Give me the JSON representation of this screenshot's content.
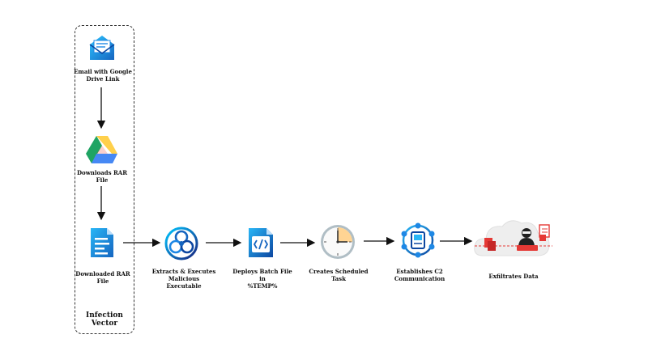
{
  "group": {
    "label": "Infection Vector"
  },
  "nodes": [
    {
      "id": "email",
      "label": "Email with Google\nDrive Link",
      "icon": "email-icon"
    },
    {
      "id": "drive",
      "label": "Downloads RAR\nFile",
      "icon": "google-drive-icon"
    },
    {
      "id": "rar",
      "label": "Downloaded RAR\nFile",
      "icon": "document-icon"
    },
    {
      "id": "exec",
      "label": "Extracts & Executes\nMalicious Executable",
      "icon": "biohazard-icon"
    },
    {
      "id": "batch",
      "label": "Deploys Batch File in\n%TEMP%",
      "icon": "code-file-icon"
    },
    {
      "id": "task",
      "label": "Creates Scheduled\nTask",
      "icon": "clock-icon"
    },
    {
      "id": "c2",
      "label": "Establishes C2\nCommunication",
      "icon": "network-device-icon"
    },
    {
      "id": "exfil",
      "label": "Exfiltrates Data",
      "icon": "hacker-cloud-icon"
    }
  ],
  "colors": {
    "accent_blue": "#1e88e5",
    "accent_red": "#e53935",
    "drive_green": "#1fa463",
    "drive_yellow": "#ffd04b",
    "drive_blue": "#4688f4"
  }
}
